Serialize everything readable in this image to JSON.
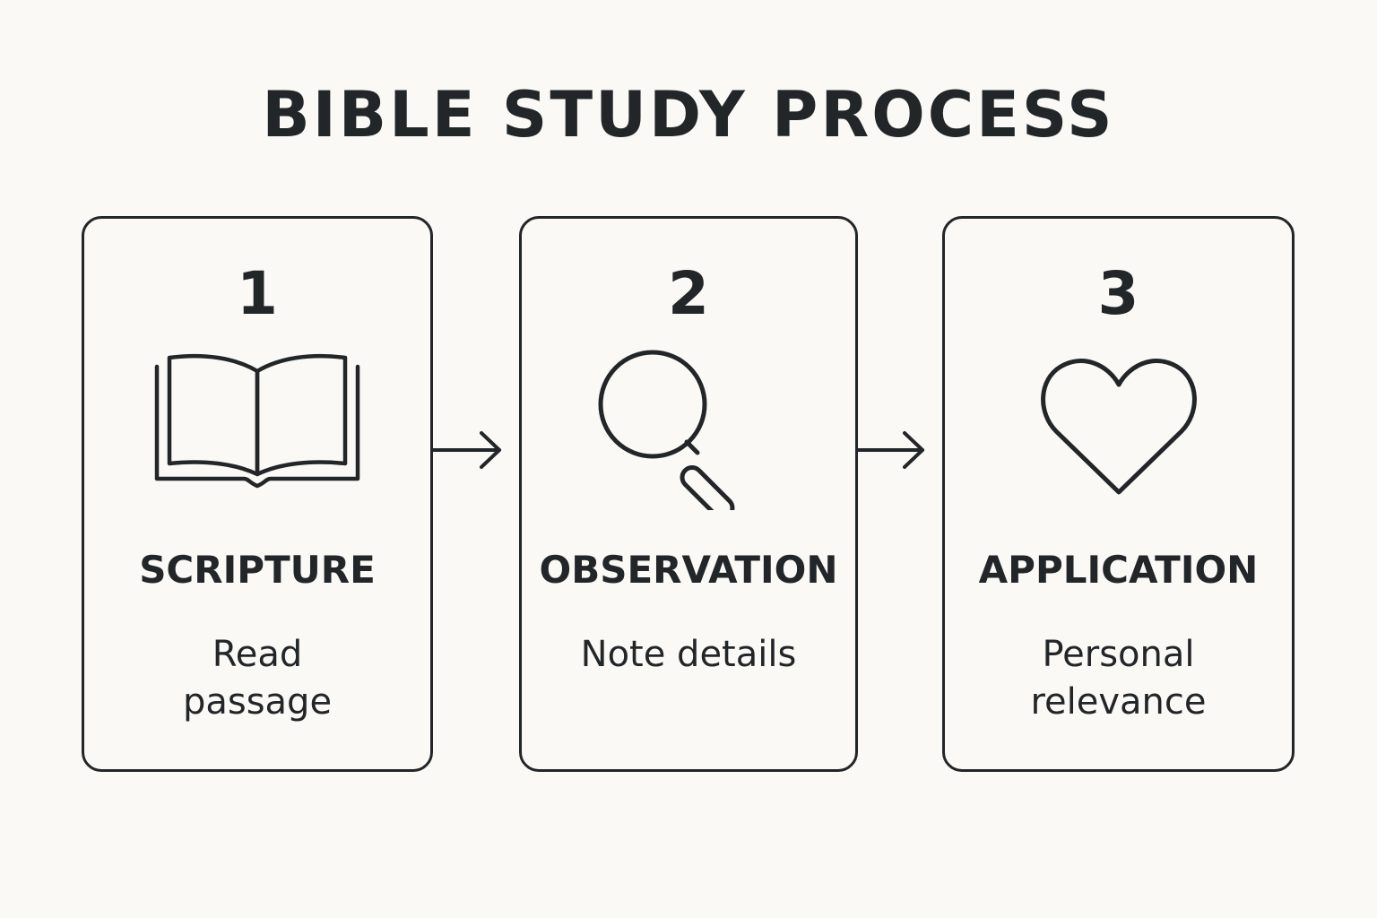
{
  "title": "BIBLE STUDY PROCESS",
  "steps": [
    {
      "number": "1",
      "icon": "open-book-icon",
      "label": "SCRIPTURE",
      "description": "Read passage"
    },
    {
      "number": "2",
      "icon": "magnifying-glass-icon",
      "label": "OBSERVATION",
      "description": "Note details"
    },
    {
      "number": "3",
      "icon": "heart-icon",
      "label": "APPLICATION",
      "description": "Personal relevance"
    }
  ],
  "colors": {
    "background": "#fbf9f5",
    "ink": "#222629"
  }
}
